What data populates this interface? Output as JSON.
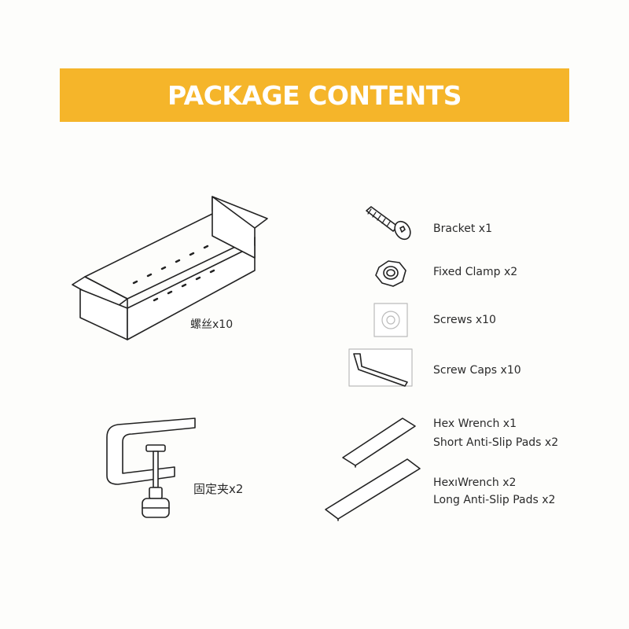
{
  "header": {
    "title": "PACKAGE CONTENTS",
    "accent_color": "#f5b52a"
  },
  "left_items": [
    {
      "label": "螺丝x10",
      "icon": "bracket-tray"
    },
    {
      "label": "固定夹x2",
      "icon": "c-clamp"
    }
  ],
  "right_items": [
    {
      "label": "Bracket x1",
      "icon": "screw"
    },
    {
      "label": "Fixed Clamp x2",
      "icon": "hex-nut"
    },
    {
      "label": "Screws x10",
      "icon": "screw-cap"
    },
    {
      "label": "Screw Caps x10",
      "icon": "hex-wrench"
    }
  ],
  "pad_items": [
    {
      "line1": "Hex Wrench x1",
      "line2": "Short Anti-Slip Pads x2",
      "icon": "short-pad"
    },
    {
      "line1": "HexıWrench x2",
      "line2": "Long Anti-Slip Pads x2",
      "icon": "long-pad"
    }
  ]
}
